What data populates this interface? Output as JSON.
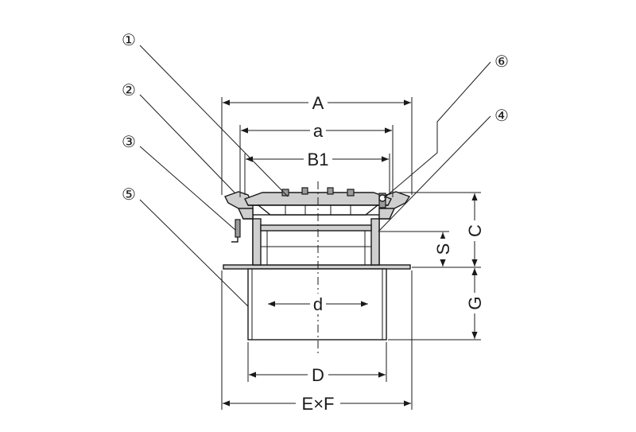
{
  "dimensions": {
    "A": "A",
    "a": "a",
    "B1": "B1",
    "S": "S",
    "C": "C",
    "G": "G",
    "d": "d",
    "D": "D",
    "ExF": "E×F"
  },
  "callouts": [
    "①",
    "②",
    "③",
    "⑤",
    "⑥",
    "④"
  ],
  "colors": {
    "line": "#1a1a1a",
    "part_fill": "#cfcfcf",
    "part_dark": "#9a9a9a",
    "background": "#ffffff"
  }
}
